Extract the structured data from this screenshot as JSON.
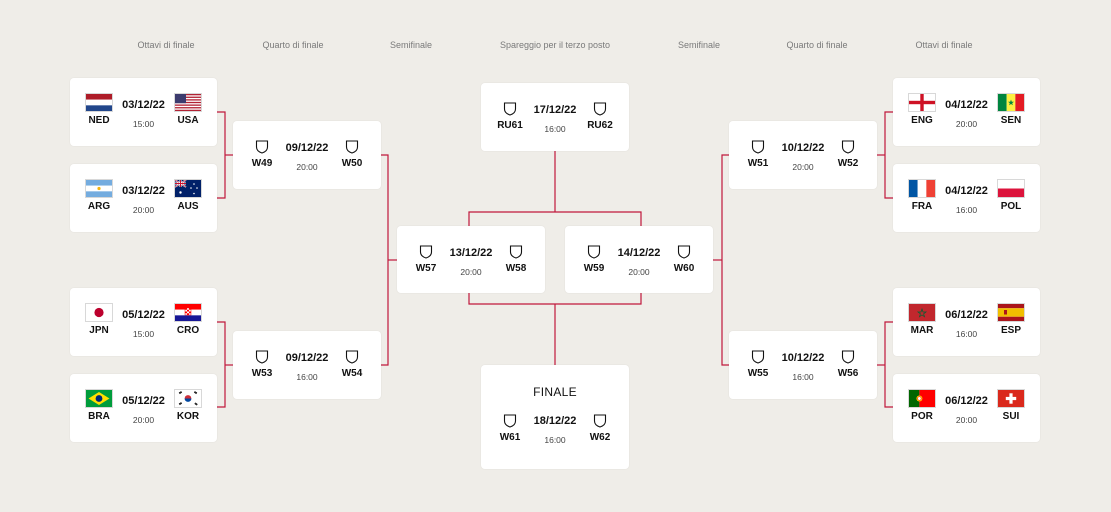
{
  "headers": [
    "Ottavi di finale",
    "Quarto di finale",
    "Semifinale",
    "Spareggio per il terzo posto",
    "Semifinale",
    "Quarto di finale",
    "Ottavi di finale"
  ],
  "matches": {
    "r16_1": {
      "date": "03/12/22",
      "time": "15:00",
      "home": "NED",
      "away": "USA"
    },
    "r16_2": {
      "date": "03/12/22",
      "time": "20:00",
      "home": "ARG",
      "away": "AUS"
    },
    "r16_3": {
      "date": "05/12/22",
      "time": "15:00",
      "home": "JPN",
      "away": "CRO"
    },
    "r16_4": {
      "date": "05/12/22",
      "time": "20:00",
      "home": "BRA",
      "away": "KOR"
    },
    "r16_5": {
      "date": "04/12/22",
      "time": "20:00",
      "home": "ENG",
      "away": "SEN"
    },
    "r16_6": {
      "date": "04/12/22",
      "time": "16:00",
      "home": "FRA",
      "away": "POL"
    },
    "r16_7": {
      "date": "06/12/22",
      "time": "16:00",
      "home": "MAR",
      "away": "ESP"
    },
    "r16_8": {
      "date": "06/12/22",
      "time": "20:00",
      "home": "POR",
      "away": "SUI"
    },
    "qf_1": {
      "date": "09/12/22",
      "time": "20:00",
      "home": "W49",
      "away": "W50"
    },
    "qf_2": {
      "date": "09/12/22",
      "time": "16:00",
      "home": "W53",
      "away": "W54"
    },
    "qf_3": {
      "date": "10/12/22",
      "time": "20:00",
      "home": "W51",
      "away": "W52"
    },
    "qf_4": {
      "date": "10/12/22",
      "time": "16:00",
      "home": "W55",
      "away": "W56"
    },
    "sf_1": {
      "date": "13/12/22",
      "time": "20:00",
      "home": "W57",
      "away": "W58"
    },
    "sf_2": {
      "date": "14/12/22",
      "time": "20:00",
      "home": "W59",
      "away": "W60"
    },
    "third": {
      "date": "17/12/22",
      "time": "16:00",
      "home": "RU61",
      "away": "RU62"
    },
    "final": {
      "title": "FINALE",
      "date": "18/12/22",
      "time": "16:00",
      "home": "W61",
      "away": "W62"
    }
  },
  "flags": {
    "NED": "netherlands-flag-icon",
    "USA": "usa-flag-icon",
    "ARG": "argentina-flag-icon",
    "AUS": "australia-flag-icon",
    "JPN": "japan-flag-icon",
    "CRO": "croatia-flag-icon",
    "BRA": "brazil-flag-icon",
    "KOR": "korea-flag-icon",
    "ENG": "england-flag-icon",
    "SEN": "senegal-flag-icon",
    "FRA": "france-flag-icon",
    "POL": "poland-flag-icon",
    "MAR": "morocco-flag-icon",
    "ESP": "spain-flag-icon",
    "POR": "portugal-flag-icon",
    "SUI": "switzerland-flag-icon"
  },
  "colors": {
    "background": "#efede8",
    "connector": "#c0183c",
    "card": "#ffffff"
  }
}
